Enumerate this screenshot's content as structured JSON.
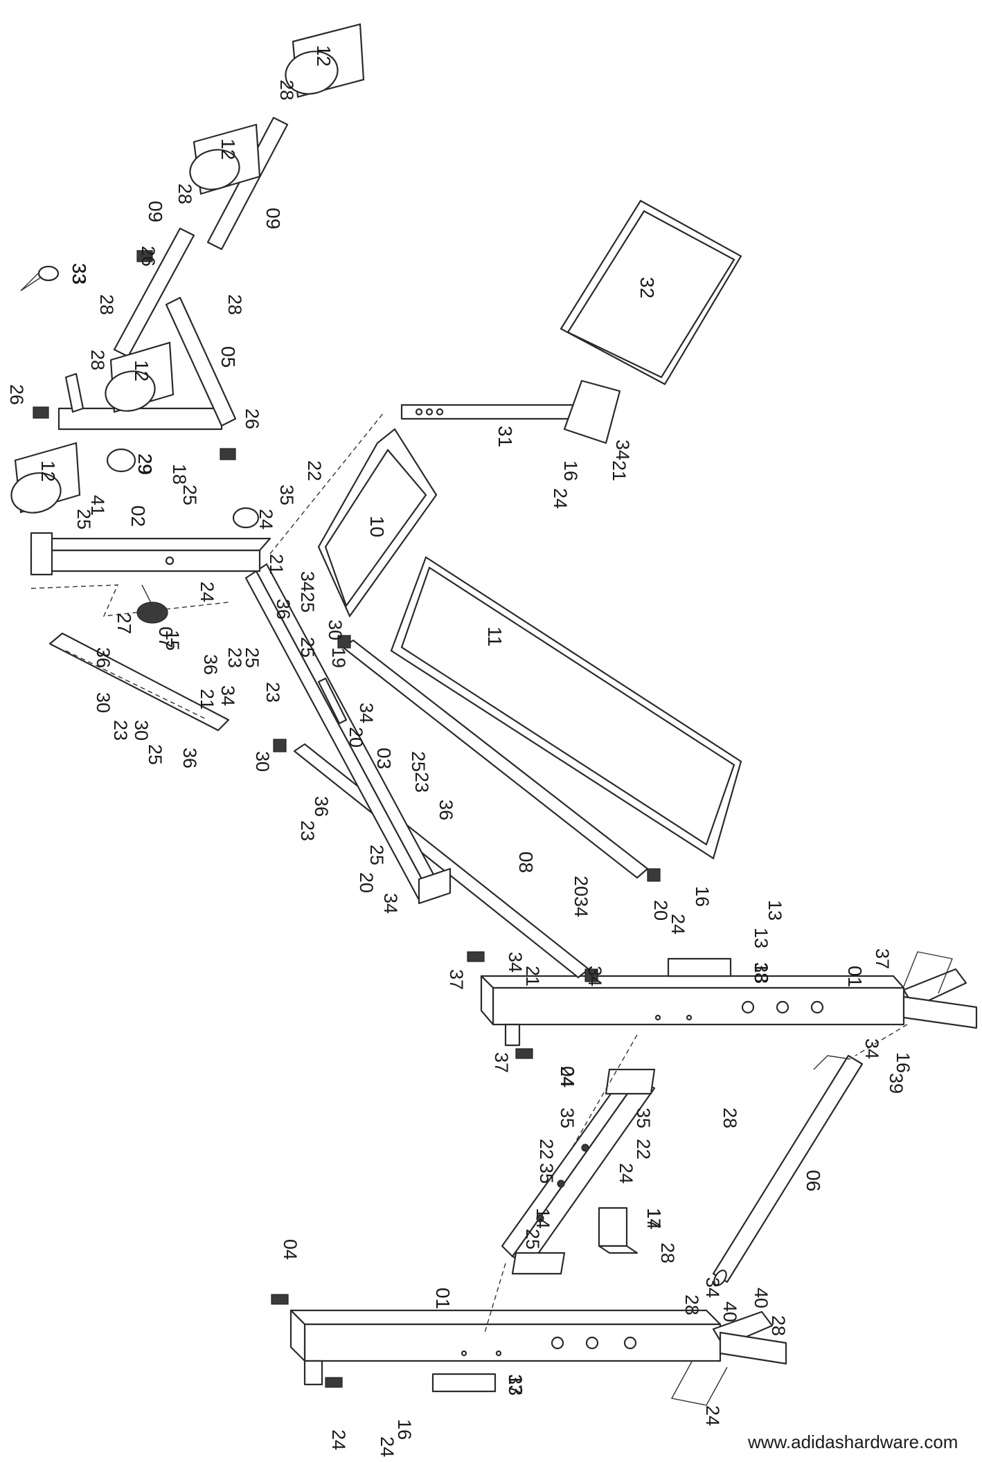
{
  "website": "www.adidashardware.com",
  "parts": {
    "frame_a": "01",
    "frame_b": "01",
    "post": "02",
    "support": "03",
    "crossbar": "04",
    "leg_arm": "05",
    "lower_tube": "06",
    "brace": "07",
    "rails": "08",
    "axle_top": "09",
    "axle_mid": "09",
    "seat": "10",
    "backrest": "11",
    "roller_1": "12",
    "roller_2": "12",
    "roller_3": "12",
    "roller_4": "12",
    "plate_a": "13",
    "plate_b": "13",
    "bracket": "14",
    "foot_back": "31",
    "foot_pad": "32",
    "knob": "27",
    "bushing": "29",
    "clip": "33"
  },
  "callouts": [
    "28",
    "28",
    "28",
    "28",
    "28",
    "28",
    "28",
    "26",
    "26",
    "26",
    "33",
    "29",
    "18",
    "25",
    "41",
    "25",
    "22",
    "35",
    "24",
    "24",
    "15",
    "21",
    "34",
    "25",
    "36",
    "25",
    "23",
    "19",
    "36",
    "21",
    "34",
    "23",
    "25",
    "36",
    "23",
    "36",
    "25",
    "30",
    "30",
    "30",
    "30",
    "20",
    "34",
    "20",
    "34",
    "23",
    "36",
    "25",
    "23",
    "36",
    "25",
    "20",
    "34",
    "20",
    "34",
    "34",
    "21",
    "34",
    "21",
    "16",
    "24",
    "16",
    "24",
    "13",
    "13",
    "38",
    "37",
    "37",
    "37",
    "37",
    "04",
    "24",
    "24",
    "35",
    "35",
    "22",
    "22",
    "35",
    "24",
    "14",
    "25",
    "17",
    "28",
    "34",
    "40",
    "28",
    "40",
    "34",
    "39",
    "16",
    "24",
    "24",
    "16"
  ]
}
